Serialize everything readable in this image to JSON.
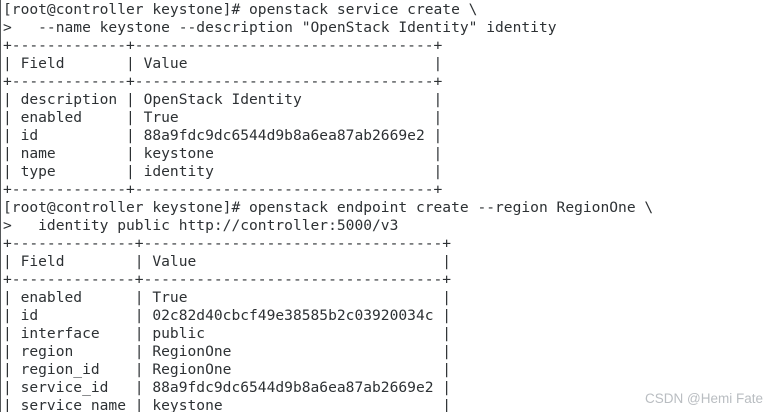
{
  "terminal": {
    "colors": {
      "background": "#ffffff",
      "foreground": "#2d3134",
      "left_border": "#55585a"
    },
    "lines": [
      "[root@controller keystone]# openstack service create \\",
      ">   --name keystone --description \"OpenStack Identity\" identity",
      "+-------------+----------------------------------+",
      "| Field       | Value                            |",
      "+-------------+----------------------------------+",
      "| description | OpenStack Identity               |",
      "| enabled     | True                             |",
      "| id          | 88a9fdc9dc6544d9b8a6ea87ab2669e2 |",
      "| name        | keystone                         |",
      "| type        | identity                         |",
      "+-------------+----------------------------------+",
      "[root@controller keystone]# openstack endpoint create --region RegionOne \\",
      ">   identity public http://controller:5000/v3",
      "+--------------+----------------------------------+",
      "| Field        | Value                            |",
      "+--------------+----------------------------------+",
      "| enabled      | True                             |",
      "| id           | 02c82d40cbcf49e38585b2c03920034c |",
      "| interface    | public                           |",
      "| region       | RegionOne                        |",
      "| region_id    | RegionOne                        |",
      "| service_id   | 88a9fdc9dc6544d9b8a6ea87ab2669e2 |",
      "| service_name | keystone                         |"
    ],
    "structured": {
      "prompt": "[root@controller keystone]#",
      "commands": [
        {
          "command": "openstack service create --name keystone --description \"OpenStack Identity\" identity",
          "result_table": {
            "headers": [
              "Field",
              "Value"
            ],
            "rows": [
              [
                "description",
                "OpenStack Identity"
              ],
              [
                "enabled",
                "True"
              ],
              [
                "id",
                "88a9fdc9dc6544d9b8a6ea87ab2669e2"
              ],
              [
                "name",
                "keystone"
              ],
              [
                "type",
                "identity"
              ]
            ]
          }
        },
        {
          "command": "openstack endpoint create --region RegionOne identity public http://controller:5000/v3",
          "result_table": {
            "headers": [
              "Field",
              "Value"
            ],
            "rows": [
              [
                "enabled",
                "True"
              ],
              [
                "id",
                "02c82d40cbcf49e38585b2c03920034c"
              ],
              [
                "interface",
                "public"
              ],
              [
                "region",
                "RegionOne"
              ],
              [
                "region_id",
                "RegionOne"
              ],
              [
                "service_id",
                "88a9fdc9dc6544d9b8a6ea87ab2669e2"
              ],
              [
                "service_name",
                "keystone"
              ]
            ]
          }
        }
      ]
    }
  },
  "watermark": {
    "text": "CSDN @Hemi Fate",
    "color": "#b9bdc1"
  }
}
